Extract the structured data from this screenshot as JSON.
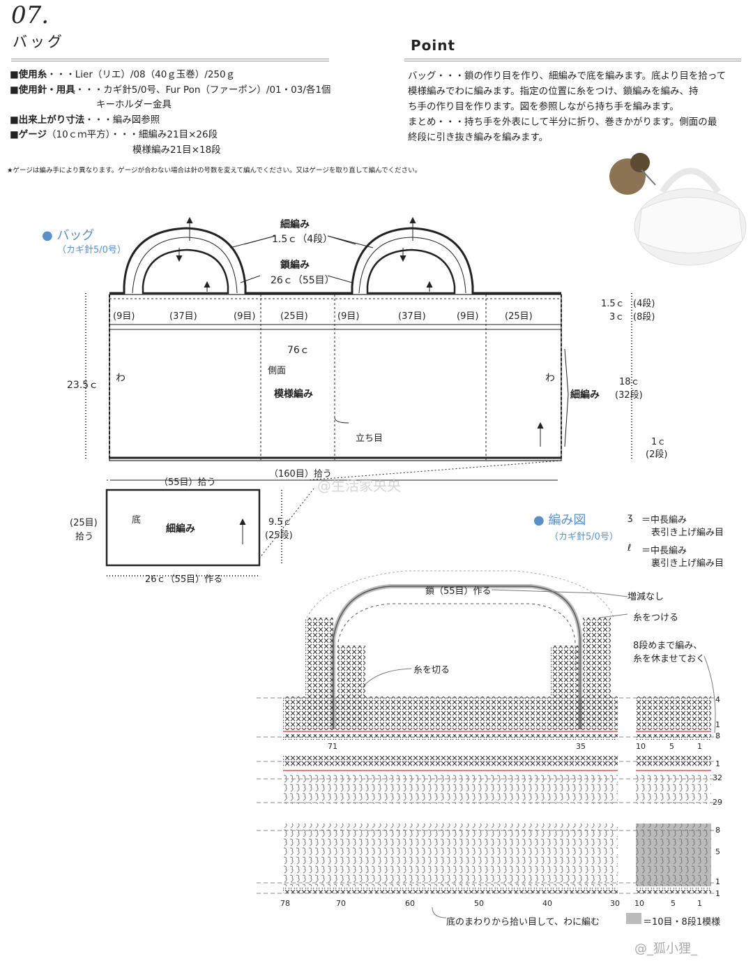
{
  "header": {
    "number": "07.",
    "title": "バッグ",
    "point_title": "Point"
  },
  "specs": [
    {
      "label": "■使用糸",
      "text": "・・・Lier（リエ）/08（40ｇ玉巻）/250ｇ"
    },
    {
      "label": "■使用針・用具",
      "text": "・・・カギ針5/0号、Fur Pon（ファーポン）/01・03/各1個"
    },
    {
      "label": "",
      "text": "キーホルダー金具"
    },
    {
      "label": "■出来上がり寸法",
      "text": "・・・編み図参照"
    },
    {
      "label": "■ゲージ",
      "text": "（10ｃｍ平方）・・・細編み21目×26段"
    },
    {
      "label": "",
      "text": "模様編み21目×18段"
    }
  ],
  "point_lines": [
    "バッグ・・・鎖の作り目を作り、細編みで底を編みます。底より目を拾って",
    "模様編みでわに編みます。指定の位置に糸をつけ、鎖編みを編み、持",
    "ち手の作り目を作ります。図を参照しながら持ち手を編みます。",
    "まとめ・・・持ち手を外表にして半分に折り、巻きかがります。側面の最",
    "終段に引き抜き編みを編みます。"
  ],
  "gauge_note": "★ゲージは編み手により異なります。ゲージが合わない場合は針の号数を変えて編んでください。又はゲージを取り直して編んでください。",
  "bag_diagram": {
    "section_title": "バッグ",
    "hook": "（カギ針5/0号）",
    "handle_sc_title": "細編み",
    "handle_sc_size": "1.5ｃ（4段）",
    "handle_chain_title": "鎖編み",
    "handle_chain_size": "26ｃ（55目）",
    "top_stitches": [
      "(9目)",
      "(37目)",
      "(9目)",
      "(25目)",
      "(9目)",
      "(37目)",
      "(9目)",
      "(25目)"
    ],
    "width": "76ｃ",
    "side": "側面",
    "pattern": "模様編み",
    "wa": "わ",
    "tachime": "立ち目",
    "height": "23.5ｃ",
    "right_sc": "細編み",
    "r_1": "1.5ｃ",
    "r_1b": "(4段)",
    "r_2": "3ｃ",
    "r_2b": "(8段)",
    "r_3": "18ｃ",
    "r_3b": "(32段)",
    "r_4": "1ｃ",
    "r_4b": "(2段)",
    "pickup_bottom": "（160目）拾う",
    "base_pickup": "（55目）拾う",
    "base_left_1": "(25目)",
    "base_left_2": "拾う",
    "base_label": "底",
    "base_sc": "細編み",
    "base_height_1": "9.5ｃ",
    "base_height_2": "(25段)",
    "base_width": "26ｃ（55目）作る"
  },
  "chart": {
    "section_title": "編み図",
    "hook": "（カギ針5/0号）",
    "legend_1a": "＝中長編み",
    "legend_1b": "表引き上げ編み目",
    "legend_2a": "＝中長編み",
    "legend_2b": "裏引き上げ編み目",
    "chain_label": "鎖（55目）作る",
    "no_change": "増減なし",
    "attach": "糸をつける",
    "rest_1": "8段めまで編み、",
    "rest_2": "糸を休ませておく",
    "cut": "糸を切る",
    "row_labels": [
      "4",
      "1",
      "8",
      "1",
      "32",
      "29",
      "8",
      "5",
      "1",
      "1"
    ],
    "upper_cols": [
      "71",
      "35",
      "10",
      "5",
      "1"
    ],
    "bottom_cols": [
      "78",
      "70",
      "60",
      "50",
      "40",
      "30",
      "10",
      "5",
      "1"
    ],
    "bottom_note": "底のまわりから拾い目して、わに編む",
    "repeat_note": "＝10目・8段1模様"
  },
  "watermarks": {
    "center": "@生活家央央",
    "corner": "@_狐小狸_"
  }
}
